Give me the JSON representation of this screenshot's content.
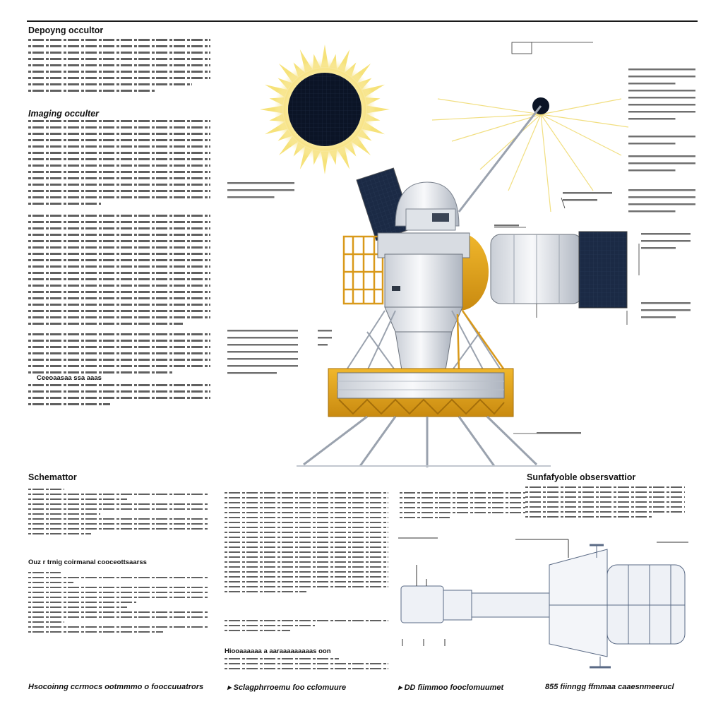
{
  "headings": {
    "deploying": "Depoyng occultor",
    "imaging": "Imaging occulter",
    "schematic": "Schemattor",
    "observation": "Sunfafyoble obsersvattior"
  },
  "subheadings": {
    "outer": "Ouz r trnig coirmanal cooceottsaarss",
    "ocean": "Ceeoaasaa ssa aaas",
    "hiccup": "Hiooaaaaaa a aaraaaaaaaaas oon"
  },
  "captions": {
    "c1": "Hsocoinng ccrmocs ootmmmo o fooccuuatrors",
    "c2": "▸ Sclagphrroemu foo cclomuure",
    "c3": "▸ DD fiimmoo fooclomuumet",
    "c4": "855 fiinngg ffmmaa caaesnmeerucl"
  },
  "palette": {
    "gold": "#e3a21a",
    "hull": "#eef0f3",
    "panel": "#1b2a45",
    "sun": "#f5e48a",
    "ink": "#1a1a1a"
  }
}
